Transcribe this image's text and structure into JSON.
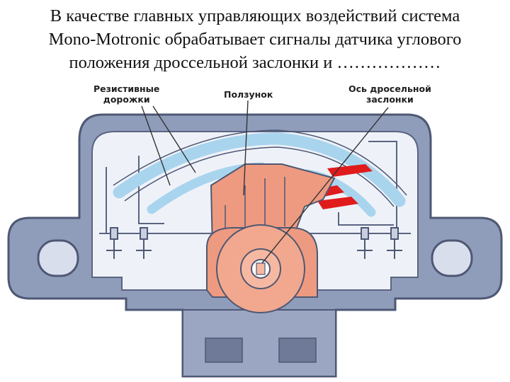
{
  "heading": {
    "line1": "В качестве главных управляющих воздействий система",
    "line2": "Mono-Motronic обрабатывает сигналы датчика углового",
    "line3": "положения дроссельной заслонки и ………………"
  },
  "callouts": {
    "tracks": {
      "line1": "Резистивные",
      "line2": "дорожки"
    },
    "slider": "Ползунок",
    "shaft": {
      "line1": "Ось дросельной",
      "line2": "заслонки"
    }
  },
  "colors": {
    "housing": "#8f9dbb",
    "housing_dark": "#4e5874",
    "interior": "#eef2f8",
    "tracks": "#a9d4ee",
    "slider": "#ee9a80",
    "contacts": "#e01b1b"
  }
}
